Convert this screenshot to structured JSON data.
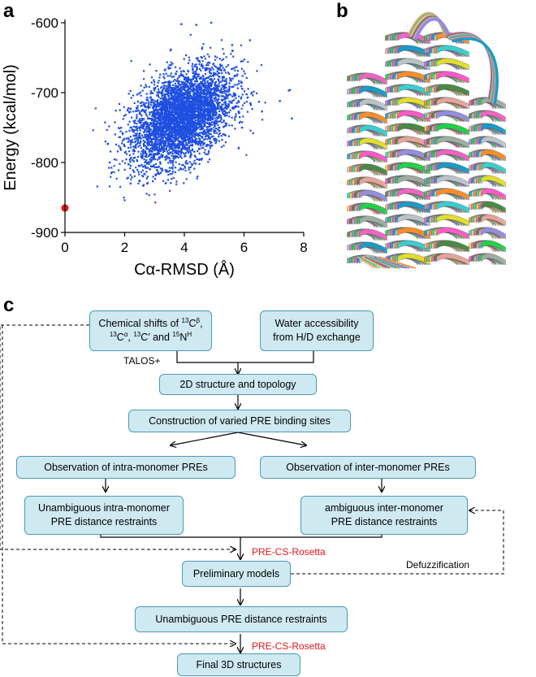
{
  "panel_a": {
    "label": "a",
    "chart_data": {
      "type": "scatter",
      "xlabel": "Cα-RMSD (Å)",
      "ylabel": "Energy (kcal/mol)",
      "xlim": [
        0,
        8
      ],
      "ylim": [
        -900,
        -600
      ],
      "xticks": [
        "0",
        "2",
        "4",
        "6",
        "8"
      ],
      "yticks": [
        "-600",
        "-700",
        "-800",
        "-900"
      ],
      "series": [
        {
          "color": "#1f4fe0",
          "cloud": {
            "center_x": 3.9,
            "center_y": -735,
            "spread_x": 0.85,
            "spread_y": 35,
            "correlation": 0.45,
            "count": 4200,
            "x_range": [
              0.9,
              7.7
            ],
            "y_range": [
              -860,
              -600
            ]
          },
          "points": [
            [
              1.5,
              -800
            ],
            [
              2.2,
              -830
            ],
            [
              3.9,
              -602
            ],
            [
              4.4,
              -603
            ],
            [
              4.9,
              -600
            ],
            [
              5.6,
              -632
            ],
            [
              6.2,
              -625
            ],
            [
              6.5,
              -713
            ],
            [
              6.6,
              -727
            ],
            [
              7.2,
              -712
            ],
            [
              7.5,
              -697
            ],
            [
              7.6,
              -737
            ]
          ]
        },
        {
          "color": "#e8141b",
          "points": [
            [
              0.0,
              -865
            ]
          ]
        }
      ],
      "grid": false
    }
  },
  "panel_b": {
    "label": "b",
    "colors": [
      "#c8c8c8",
      "#ff8a1c",
      "#2ad4e0",
      "#f0e020",
      "#ff4fd8",
      "#3a8f3a",
      "#f4a7a0",
      "#8d8de8",
      "#1ad83a",
      "#a9a9a9",
      "#f75ec8",
      "#0aa0c8"
    ]
  },
  "panel_c": {
    "label": "c",
    "boxes": {
      "chem_shifts": {
        "line1_prefix": "Chemical shifts of ",
        "sup_cb": "13",
        "line1_cb": "C",
        "sup_beta": "β",
        "line1_end": ",",
        "sup_ca_iso": "13",
        "line2_ca": "C",
        "sup_alpha": "α",
        "line2_mid": ", ",
        "sup_co_iso": "13",
        "line2_co": "C’ and ",
        "sup_n_iso": "15",
        "line2_n": "N",
        "sup_h": "H"
      },
      "water": {
        "line1": "Water accessibility",
        "line2": "from H/D exchange"
      },
      "topology": "2D structure and topology",
      "construction": "Construction of varied PRE binding sites",
      "intra_obs": "Observation of intra-monomer PREs",
      "inter_obs": "Observation of inter-monomer PREs",
      "unamb_intra": {
        "line1": "Unambiguous intra-monomer",
        "line2": "PRE distance restraints"
      },
      "amb_inter": {
        "line1": "ambiguous inter-monomer",
        "line2": "PRE distance restraints"
      },
      "preliminary": "Preliminary models",
      "unamb_pre": "Unambiguous PRE distance restraints",
      "final": "Final 3D structures"
    },
    "labels": {
      "talos": "TALOS+",
      "pre_cs_rosetta_1": "PRE-CS-Rosetta",
      "defuzz": "Defuzzification",
      "pre_cs_rosetta_2": "PRE-CS-Rosetta"
    },
    "colors": {
      "box_fill": "#cfe9f1",
      "box_border": "#4a9ab6",
      "red_text": "#e8141b"
    }
  }
}
